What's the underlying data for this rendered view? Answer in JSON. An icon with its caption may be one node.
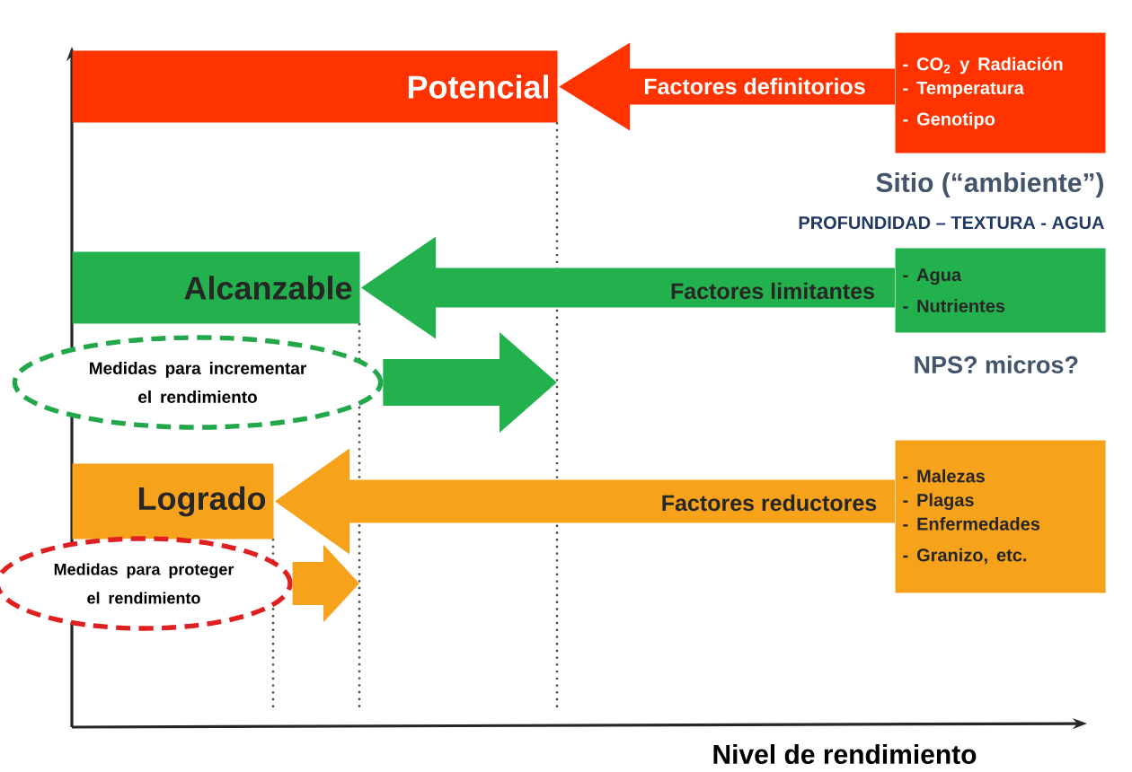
{
  "diagram": {
    "nodes": [
      {
        "text": [
          "Potencial"
        ]
      },
      {
        "text": [
          "- CO$_{2}$ y Radiación",
          "- Temperatura",
          "- Genotipo"
        ]
      },
      {
        "text": [
          "Alcanzable"
        ]
      },
      {
        "text": [
          "- Agua",
          "- Nutrientes"
        ]
      },
      {
        "text": [
          "Medidas para incrementar el rendimiento"
        ]
      },
      {
        "text": [
          "Logrado"
        ]
      },
      {
        "text": [
          "- Malezas",
          "- Plagas",
          "- Enfermedades",
          "- Granizo, etc."
        ]
      },
      {
        "text": [
          "Medidas para proteger el rendimiento"
        ]
      }
    ],
    "edges": [
      {
        "from": 1,
        "to": 0,
        "arrow": "to",
        "label": "Factores definitorios",
        "color": "#ff3300"
      },
      {
        "from": 3,
        "to": 2,
        "arrow": "to",
        "label": "Factores limitantes",
        "color": "#22b14c"
      },
      {
        "from": 4,
        "to": null,
        "arrow": "to",
        "color": "#22b14c"
      },
      {
        "from": 6,
        "to": 5,
        "arrow": "to",
        "label": "Factores reductores",
        "color": "#f7a21b"
      },
      {
        "from": 7,
        "to": null,
        "arrow": "to",
        "color": "#f7a21b"
      }
    ],
    "labels": [
      "Sitio (“ambiente”)",
      "PROFUNDIDAD – TEXTURA - AGUA",
      "NPS? micros?",
      "Nivel de rendimiento"
    ]
  }
}
